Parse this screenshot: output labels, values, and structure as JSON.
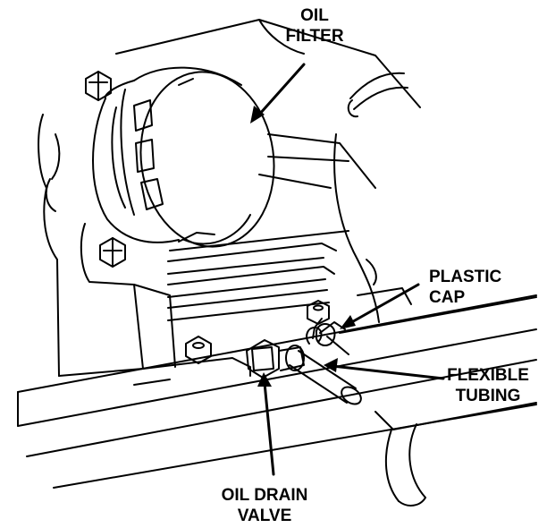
{
  "labels": {
    "oil_filter": [
      "OIL",
      "FILTER"
    ],
    "plastic_cap": [
      "PLASTIC",
      "CAP"
    ],
    "flexible_tubing": [
      "FLEXIBLE",
      "TUBING"
    ],
    "oil_drain_valve": [
      "OIL DRAIN",
      "VALVE"
    ]
  },
  "colors": {
    "ink": "#000000",
    "paper": "#ffffff"
  }
}
